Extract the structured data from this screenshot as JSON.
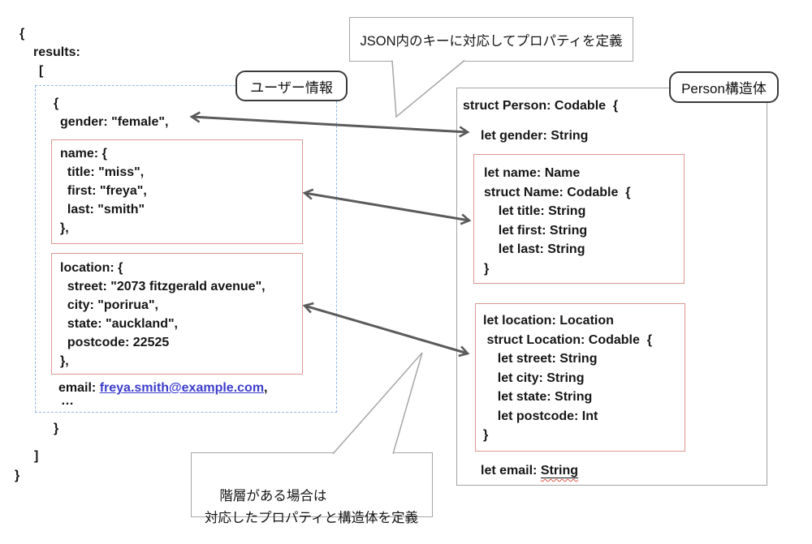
{
  "json_panel": {
    "label": "ユーザー情報",
    "brace_open": "{",
    "results": "results:",
    "bracket_open": "[",
    "inner_brace_open": "{",
    "gender_line": "gender: \"female\",",
    "name_block": "name: {\n  title: \"miss\",\n  first: \"freya\",\n  last: \"smith\"\n},",
    "location_block": "location: {\n  street: \"2073 fitzgerald avenue\",\n  city: \"porirua\",\n  state: \"auckland\",\n  postcode: 22525\n},",
    "email_label": "email: ",
    "email_link": "freya.smith@example.com",
    "email_suffix": ",",
    "ellipsis": "…",
    "inner_brace_close": "}",
    "bracket_close": "]",
    "brace_close": "}"
  },
  "struct_panel": {
    "label": "Person構造体",
    "header": "struct Person: Codable  {",
    "gender_line": "let gender: String",
    "name_block": "let name: Name\nstruct Name: Codable  {\n    let title: String\n    let first: String\n    let last: String\n}",
    "location_block": "let location: Location\n struct Location: Codable  {\n    let street: String\n    let city: String\n    let state: String\n    let postcode: Int\n}",
    "email_prefix": "let email: ",
    "email_type": "String"
  },
  "callouts": {
    "top": "JSON内のキーに対応してプロパティを定義",
    "bottom": "階層がある場合は\n対応したプロパティと構造体を定義"
  },
  "colors": {
    "box_red": "#dc9792",
    "dashed_blue": "#92b7e4",
    "arrow_gray": "#5b5b5b",
    "callout_border": "#a6a6a6",
    "label_border": "#3a3a3a",
    "link_blue": "#3d3dcc",
    "squiggle_red": "#e0564a"
  }
}
